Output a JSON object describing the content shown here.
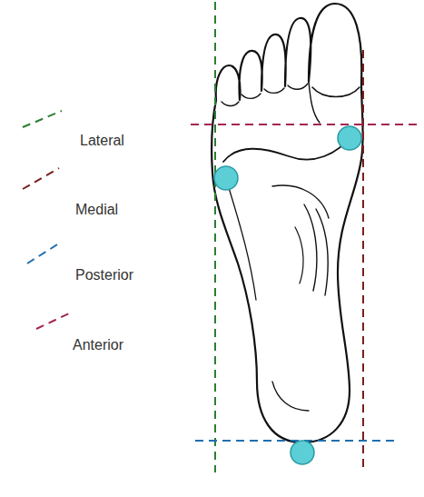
{
  "diagram": {
    "legend": [
      {
        "text": "Lateral"
      },
      {
        "text": "Medial"
      },
      {
        "text": "Posterior"
      },
      {
        "text": "Anterior"
      }
    ]
  }
}
